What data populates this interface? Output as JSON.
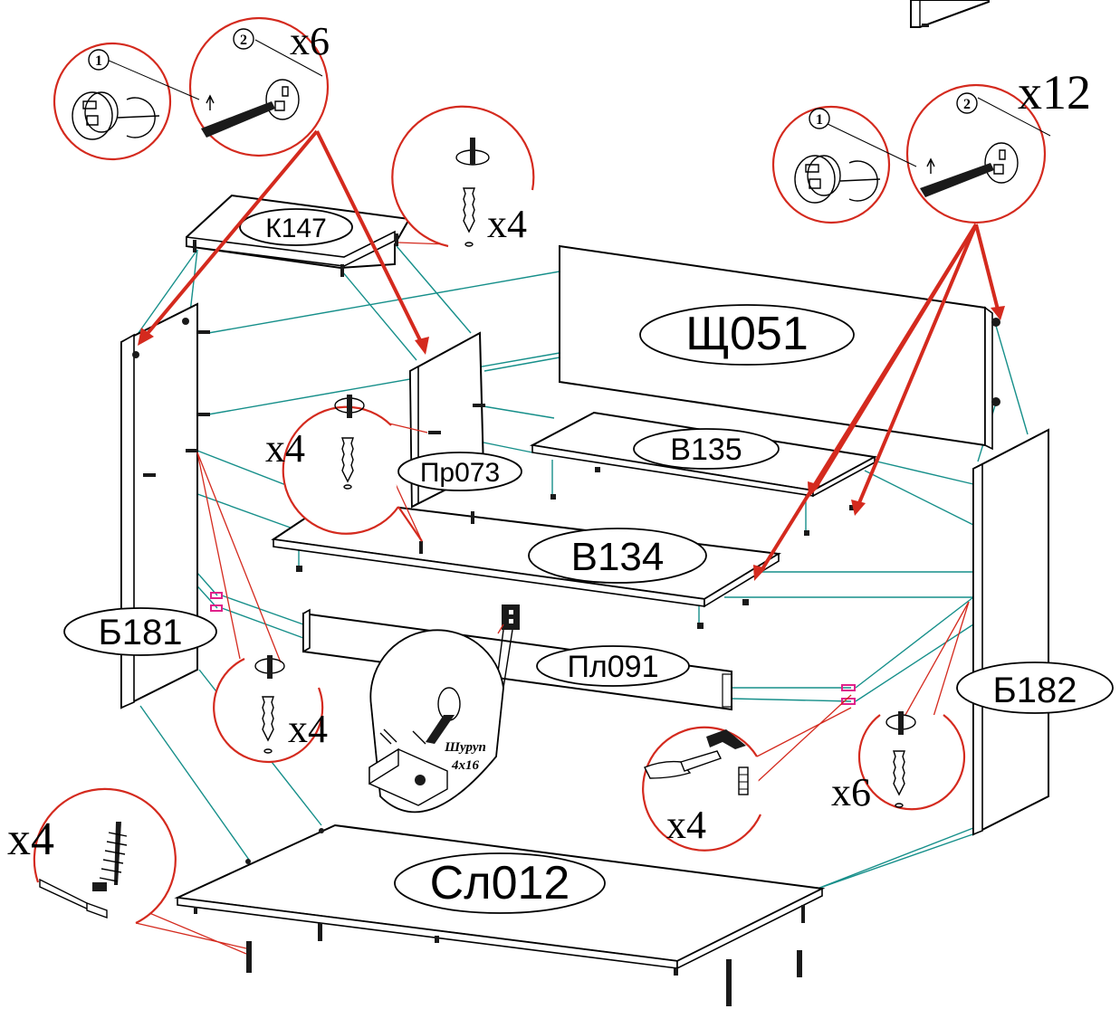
{
  "parts": {
    "top": "К147",
    "back": "Щ051",
    "shelf_upper": "В135",
    "shelf_lower": "В134",
    "partition": "Пр073",
    "side_left": "Б181",
    "side_right": "Б182",
    "plinth": "Пл091",
    "bottom": "Сл012"
  },
  "quantities": {
    "cam_left": "x6",
    "cam_right": "x12",
    "screw_top": "x4",
    "screw_mid": "x4",
    "screw_left": "x4",
    "screw_right": "x6",
    "dowel": "x4",
    "leveler": "x4"
  },
  "step_numbers": [
    "1",
    "2"
  ],
  "bracket_callout": {
    "line1": "Шуруп",
    "line2": "4х16"
  },
  "colors": {
    "connector_lines": "#168f8a",
    "callouts": "#d42a1e",
    "dowel_marker": "#e0218a"
  },
  "icons": [
    "cam-lock-icon",
    "screwdriver-icon",
    "screw-icon",
    "hammer-icon",
    "dowel-icon",
    "hex-key-icon",
    "leveler-icon",
    "bracket-icon"
  ]
}
